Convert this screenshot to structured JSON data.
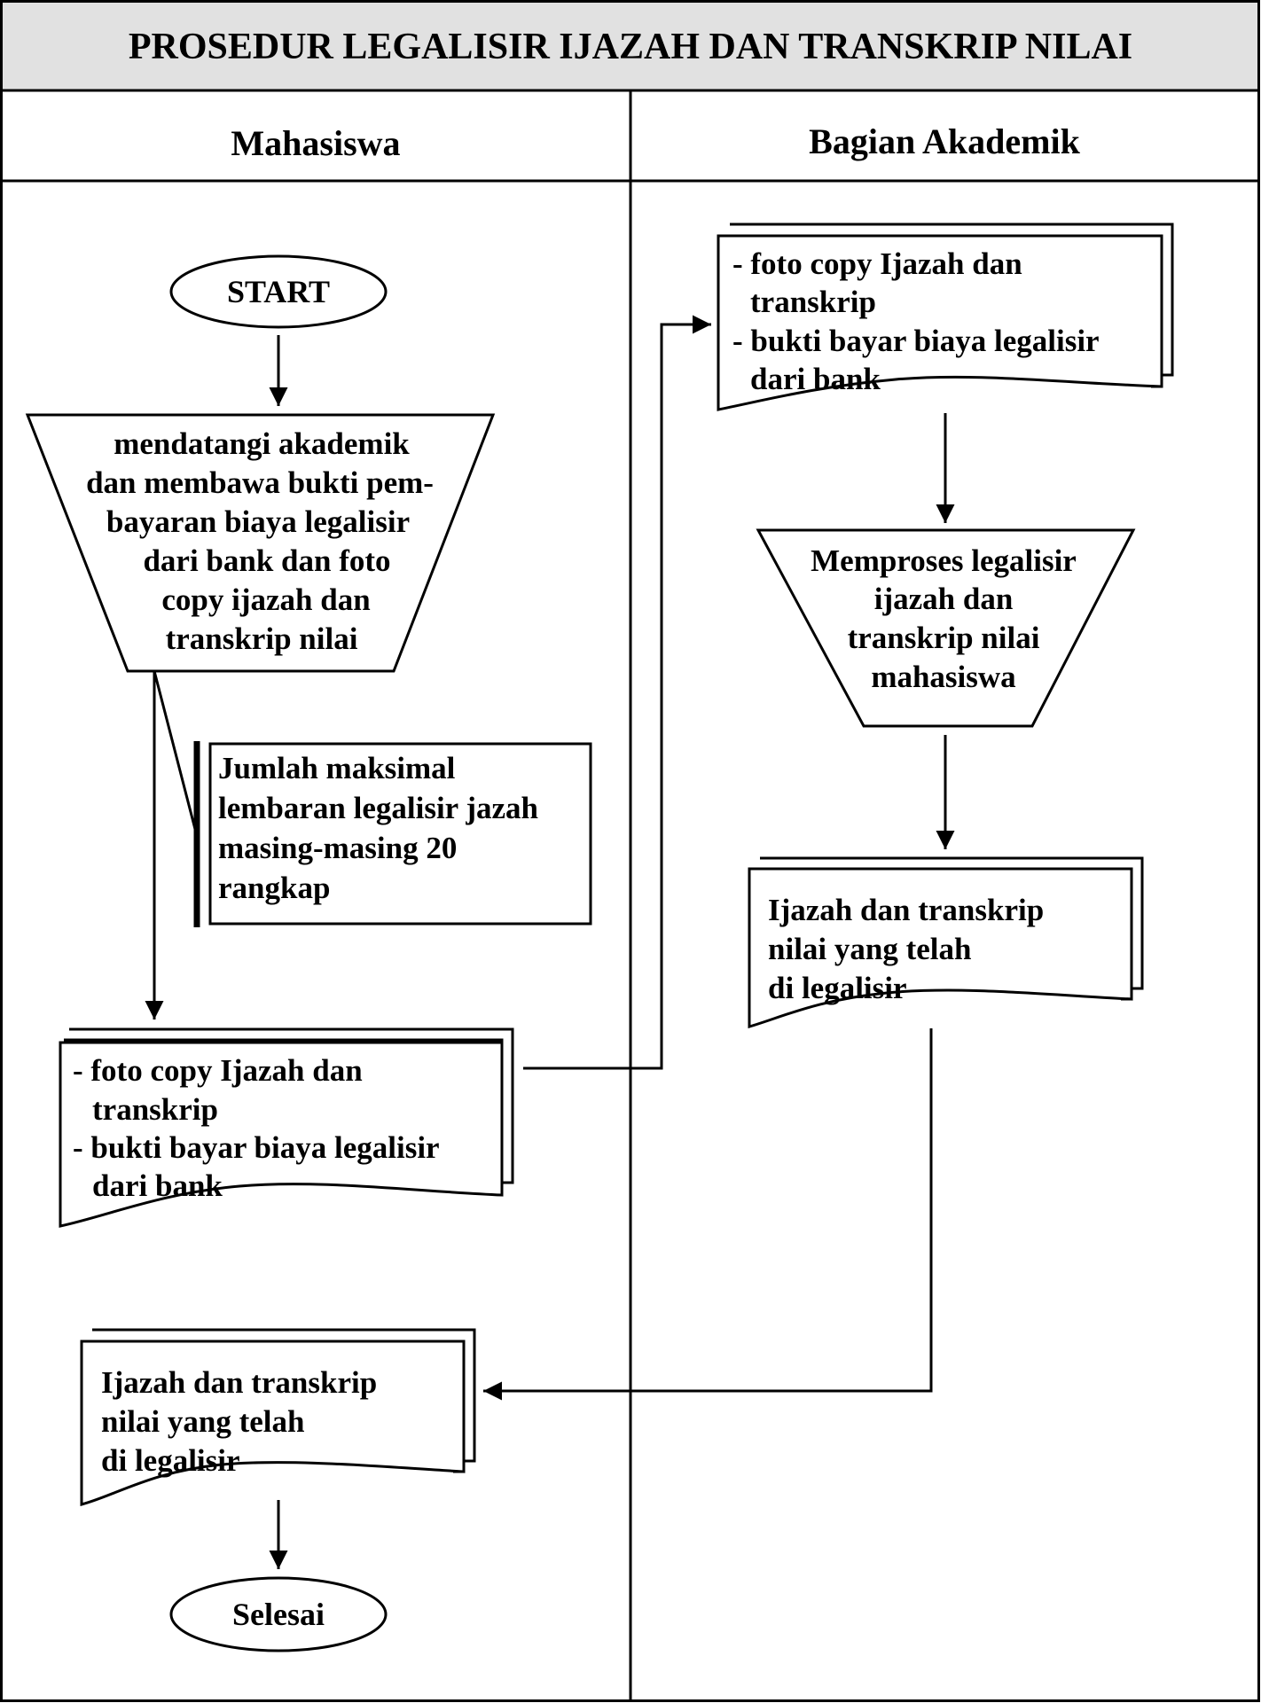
{
  "title": "PROSEDUR LEGALISIR IJAZAH DAN TRANSKRIP NILAI",
  "lanes": {
    "mahasiswa": "Mahasiswa",
    "akademik": "Bagian Akademik"
  },
  "nodes": {
    "start": "START",
    "manual_visit": [
      "mendatangi akademik",
      "dan membawa bukti pem-",
      "bayaran biaya legalisir",
      "dari bank dan foto",
      "copy ijazah dan",
      "transkrip nilai"
    ],
    "annotation": [
      "Jumlah maksimal",
      "lembaran legalisir jazah",
      "masing-masing 20",
      "rangkap"
    ],
    "docs_mahasiswa": [
      "- foto copy Ijazah dan",
      "transkrip",
      "- bukti bayar biaya legalisir",
      "dari bank"
    ],
    "docs_legalized_mahasiswa": [
      "Ijazah dan transkrip",
      "nilai yang telah",
      "di legalisir"
    ],
    "end": "Selesai",
    "docs_akademik": [
      "- foto copy Ijazah dan",
      "transkrip",
      "- bukti bayar biaya legalisir",
      "dari bank"
    ],
    "manual_process": [
      "Memproses legalisir",
      "ijazah dan",
      "transkrip nilai",
      "mahasiswa"
    ],
    "docs_legalized_akademik": [
      "Ijazah dan transkrip",
      "nilai yang telah",
      "di legalisir"
    ]
  }
}
